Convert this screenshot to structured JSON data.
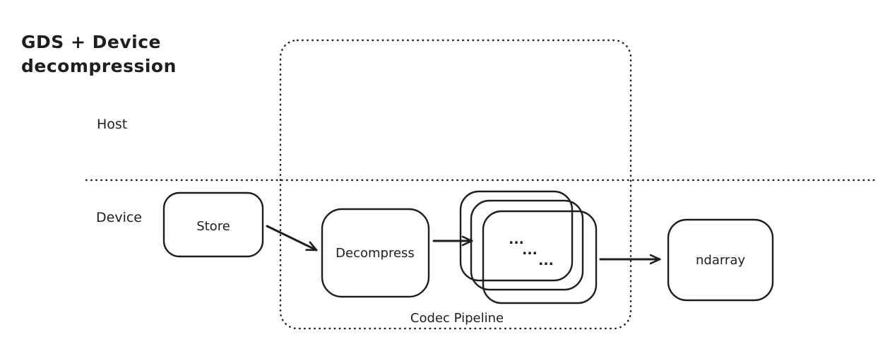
{
  "diagram": {
    "title_line1": "GDS + Device",
    "title_line2": "decompression",
    "lanes": {
      "host_label": "Host",
      "device_label": "Device"
    },
    "container": {
      "label": "Codec Pipeline"
    },
    "nodes": {
      "store_label": "Store",
      "decompress_label": "Decompress",
      "ndarray_label": "ndarray"
    },
    "stack": {
      "dots": [
        "...",
        "...",
        "..."
      ]
    },
    "colors": {
      "stroke": "#1e1e1e",
      "background": "#ffffff"
    }
  }
}
